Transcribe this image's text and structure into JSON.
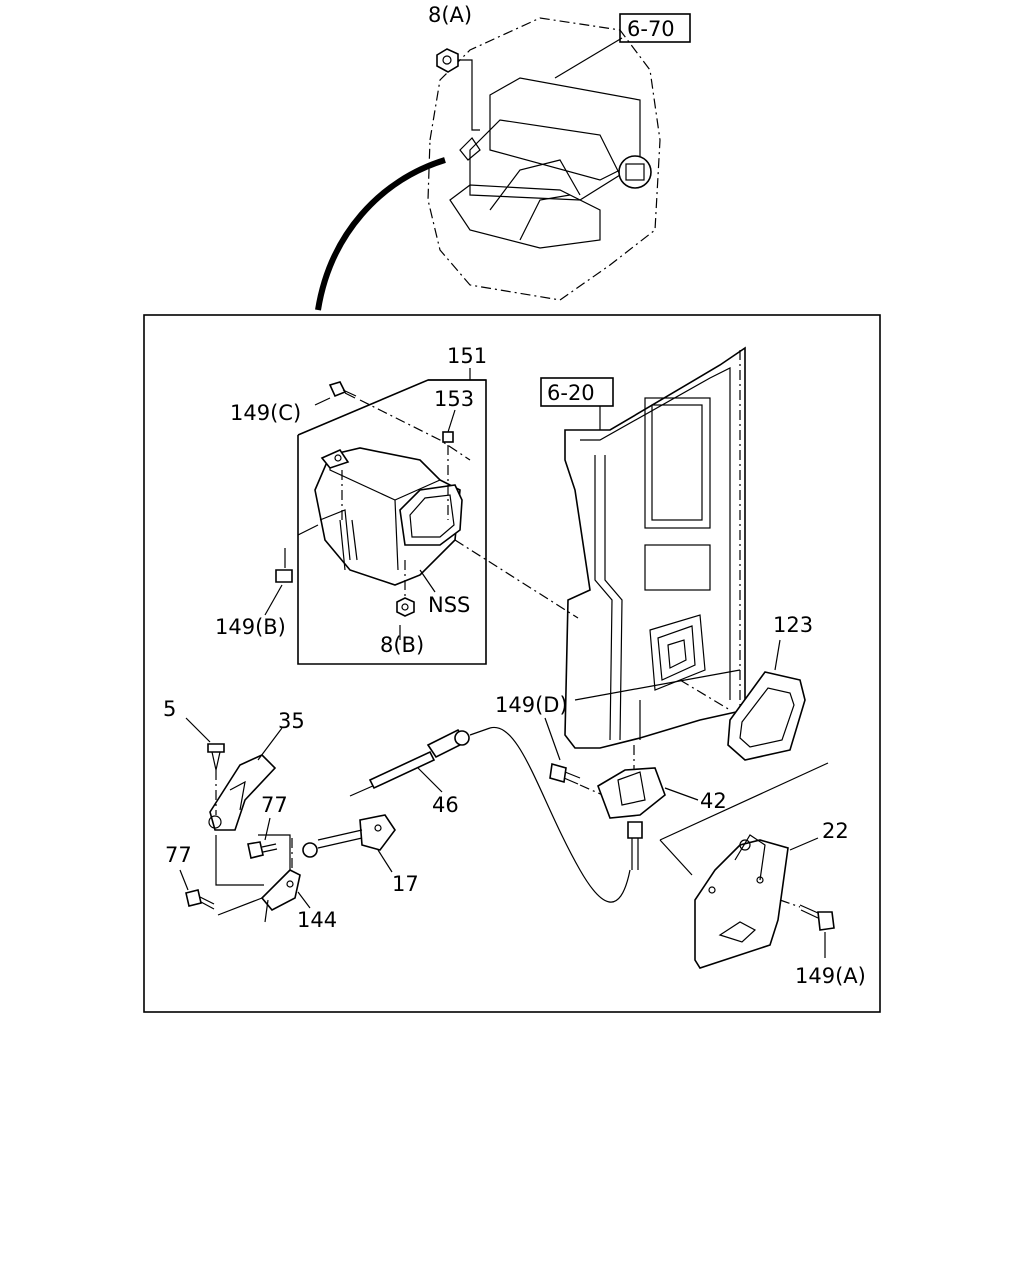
{
  "callouts": {
    "top_nut": "8(A)",
    "top_ref": "6-70",
    "inner_ref": "6-20",
    "bracket_group": "151",
    "clip": "153",
    "bolt_c": "149(C)",
    "bolt_b": "149(B)",
    "nss": "NSS",
    "nut_b": "8(B)",
    "seal": "123",
    "bolt_d": "149(D)",
    "rivet": "5",
    "lever": "35",
    "bolt_77a": "77",
    "bolt_77b": "77",
    "cable": "46",
    "handle": "17",
    "bracket_144": "144",
    "catch": "42",
    "latch_plate": "22",
    "bolt_a": "149(A)"
  }
}
